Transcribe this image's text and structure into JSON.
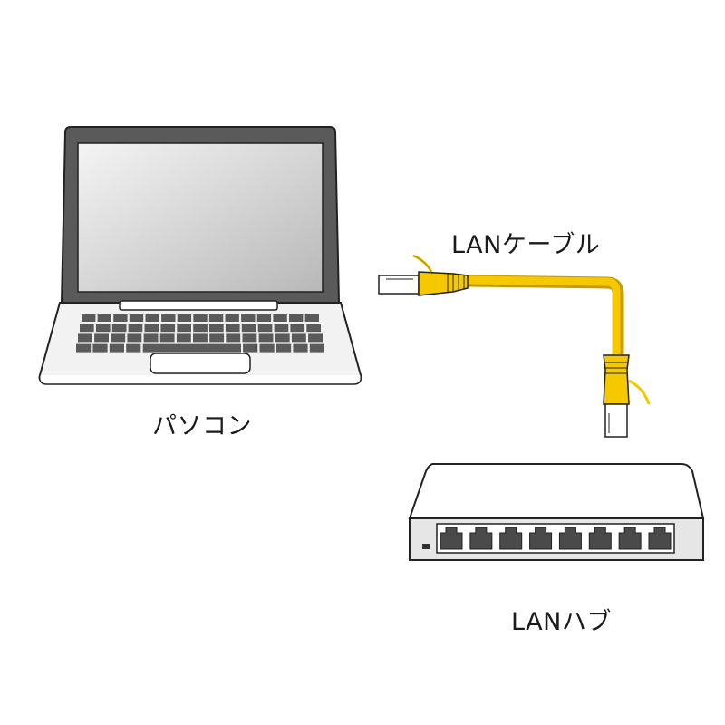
{
  "labels": {
    "computer": "パソコン",
    "cable": "LANケーブル",
    "hub": "LANハブ"
  },
  "colors": {
    "outline": "#222222",
    "laptop_body": "#f2f2f2",
    "laptop_lid": "#5a5a5a",
    "screen_light": "#f4f4f4",
    "screen_dark": "#b8b8b8",
    "key": "#5a5a5a",
    "cable": "#f5c800",
    "cable_shade": "#c89b00",
    "connector": "#ffffff",
    "hub_top": "#ffffff",
    "hub_front": "#e6e6e6",
    "port": "#4a4a4a"
  },
  "hub": {
    "port_count": 8
  },
  "keyboard": {
    "rows": 4,
    "columns": 15
  }
}
